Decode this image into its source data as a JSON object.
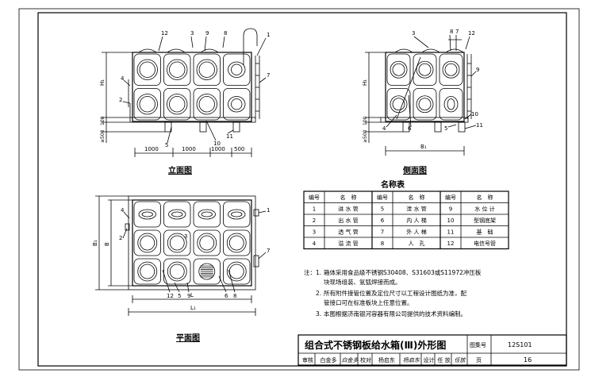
{
  "views": {
    "elevation_title": "立面图",
    "side_title": "侧面图",
    "plan_title": "平面图"
  },
  "dimensions": {
    "elev_bottom": [
      "1000",
      "1000",
      "1000",
      "500"
    ],
    "elev_h": "H₁",
    "elev_base": "≥500",
    "elev_base2": "100",
    "side_b": "B₁",
    "side_h": "H₁",
    "side_base": "≥500",
    "side_base2": "100",
    "plan_b": "B",
    "plan_b1": "B₁",
    "plan_l": "L",
    "plan_l1": "L₁"
  },
  "callouts": {
    "elevation": [
      "12",
      "3",
      "9",
      "8",
      "1",
      "4",
      "2",
      "7",
      "5",
      "10",
      "11"
    ],
    "side": [
      "3",
      "8",
      "7",
      "12",
      "9",
      "4",
      "6",
      "10",
      "5",
      "11"
    ],
    "plan": [
      "4",
      "2",
      "1",
      "3",
      "7",
      "12",
      "5",
      "9",
      "6",
      "8"
    ]
  },
  "legend": {
    "title": "名称表",
    "headers": [
      "编号",
      "名　称",
      "编号",
      "名　称",
      "编号",
      "名　称"
    ],
    "rows": [
      [
        "1",
        "进 水 管",
        "5",
        "泄 水 管",
        "9",
        "水 位 计"
      ],
      [
        "2",
        "出 水 管",
        "6",
        "内 人 梯",
        "10",
        "型钢底架"
      ],
      [
        "3",
        "透 气 管",
        "7",
        "外 人 梯",
        "11",
        "基　础"
      ],
      [
        "4",
        "溢 流 管",
        "8",
        "人　孔",
        "12",
        "电信号管"
      ]
    ]
  },
  "notes": {
    "label": "注：",
    "items": [
      {
        "num": "1.",
        "lines": [
          "箱体采用食品级不锈钢S30408、S31603或S11972冲压板",
          "块现场组装、氩弧焊接而成。"
        ]
      },
      {
        "num": "2.",
        "lines": [
          "所有附件接管位置及定位尺寸以工程设计图纸为准，配",
          "管接口可在标准板块上任意位置。"
        ]
      },
      {
        "num": "3.",
        "lines": [
          "本图根据济南银河容器有限公司提供的技术资料编制。"
        ]
      }
    ]
  },
  "title_block": {
    "title": "组合式不锈钢板给水箱(Ⅲ)外形图",
    "atlas_label": "图集号",
    "atlas_no": "12S101",
    "page_label": "页",
    "page_no": "16",
    "row": [
      "审核",
      "白金多",
      "白金多",
      "校对",
      "杨启东",
      "杨启东",
      "设计",
      "任 放",
      "任放"
    ]
  }
}
